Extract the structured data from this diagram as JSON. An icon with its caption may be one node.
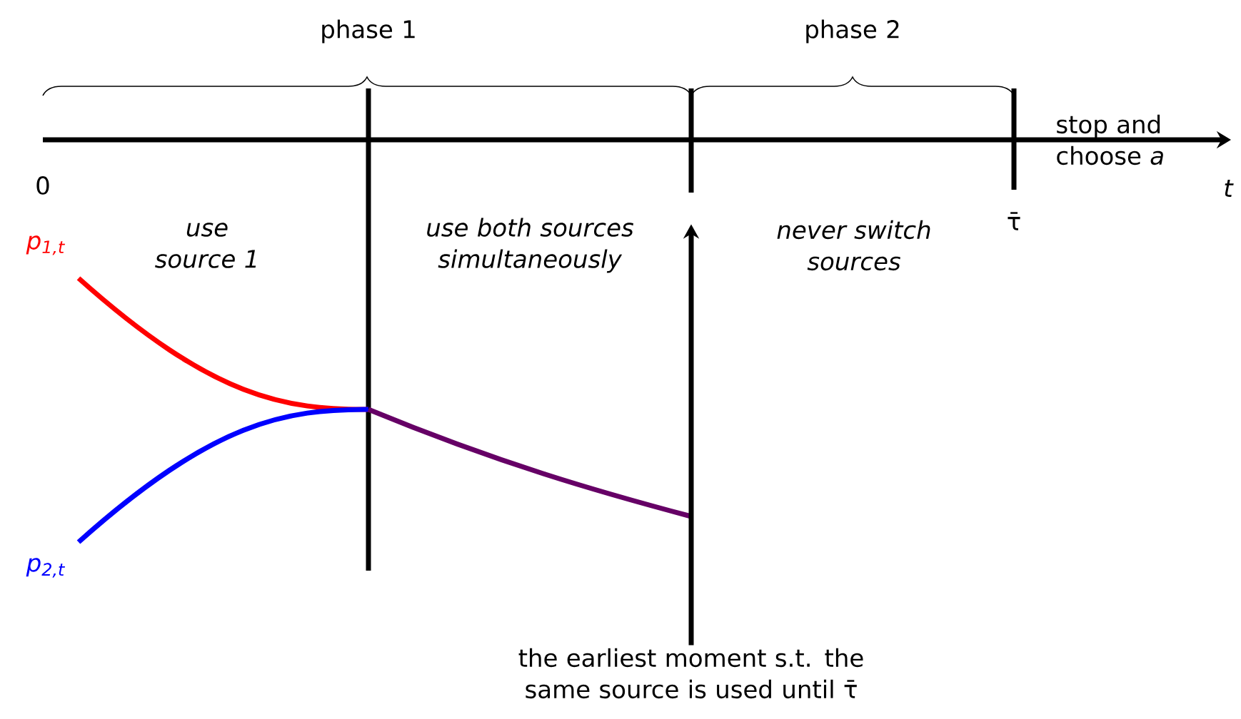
{
  "diagram": {
    "nodes": [
      {
        "text": [
          "the earliest moment s.t. the same source is used until τ̄"
        ]
      },
      {
        "text": [],
        "shape": "bar"
      }
    ],
    "edges": [
      {
        "from": 0,
        "to": 1,
        "arrow": "to"
      }
    ],
    "labels": [
      "phase 1",
      "phase 2",
      "0",
      "stop and choose *a*",
      "t",
      "*p*$_{1,t}$",
      "use source 1",
      "use both sources simultaneously",
      "never switch sources",
      "τ̄",
      "*p*$_{2,t}$"
    ]
  }
}
